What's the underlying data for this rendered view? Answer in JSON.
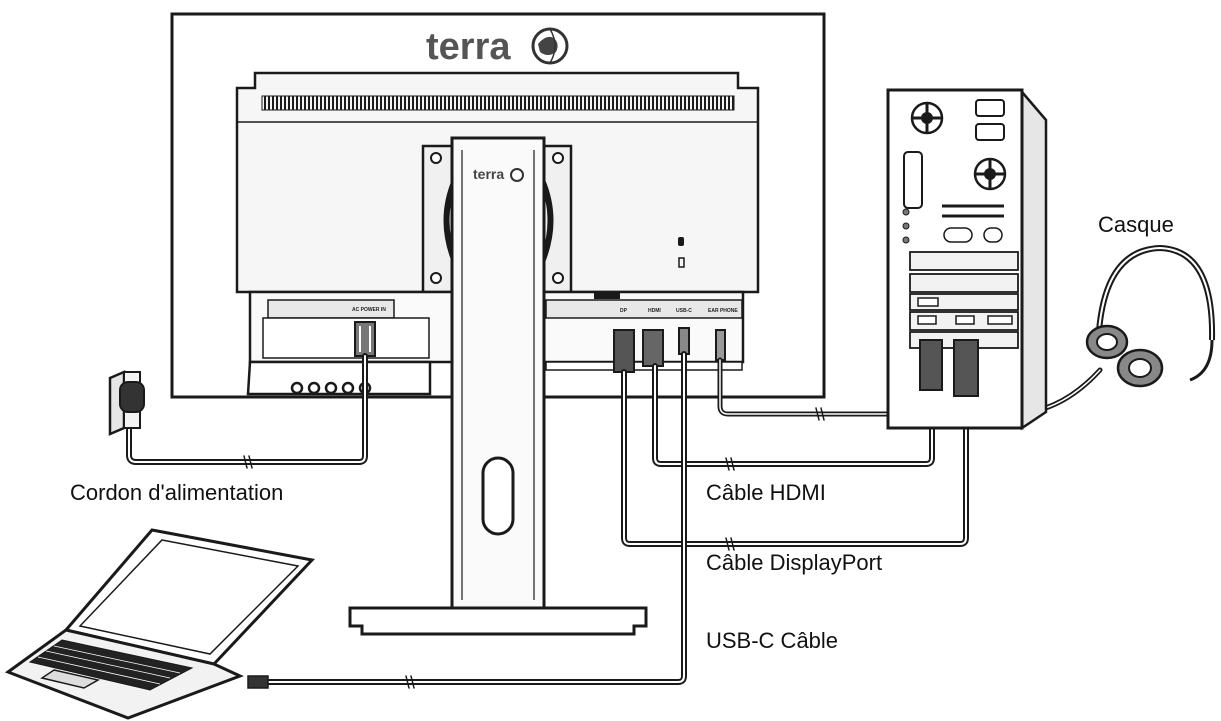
{
  "logo": {
    "brand": "terra",
    "brand_small": "terra"
  },
  "labels": {
    "headset": "Casque",
    "power_cord": "Cordon d'alimentation",
    "hdmi_cable": "Câble HDMI",
    "displayport_cable": "Câble DisplayPort",
    "usbc_cable": "USB-C Câble"
  },
  "ports": {
    "power": "AC POWER IN",
    "dp": "DP",
    "hdmi": "HDMI",
    "usbc": "USB-C",
    "audio": "EAR PHONE"
  },
  "colors": {
    "line": "#1a1a1a",
    "cable": "#333333",
    "fill_light": "#f4f4f4",
    "fill_gray": "#d9d9d9"
  }
}
